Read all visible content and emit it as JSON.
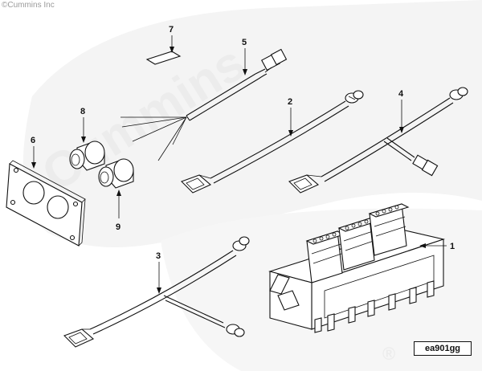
{
  "copyright": "©Cummins Inc",
  "watermark": {
    "text": "Cummins",
    "registered_mark": "®",
    "color": "#ececec"
  },
  "figure_id": "ea901gg",
  "callouts": [
    {
      "label": "1",
      "part": "module-housing"
    },
    {
      "label": "2",
      "part": "harness-short"
    },
    {
      "label": "3",
      "part": "harness-y-lower"
    },
    {
      "label": "4",
      "part": "harness-y-right"
    },
    {
      "label": "5",
      "part": "harness-pigtail"
    },
    {
      "label": "6",
      "part": "mounting-plate"
    },
    {
      "label": "7",
      "part": "label-strip"
    },
    {
      "label": "8",
      "part": "grommet-upper"
    },
    {
      "label": "9",
      "part": "grommet-lower"
    }
  ]
}
